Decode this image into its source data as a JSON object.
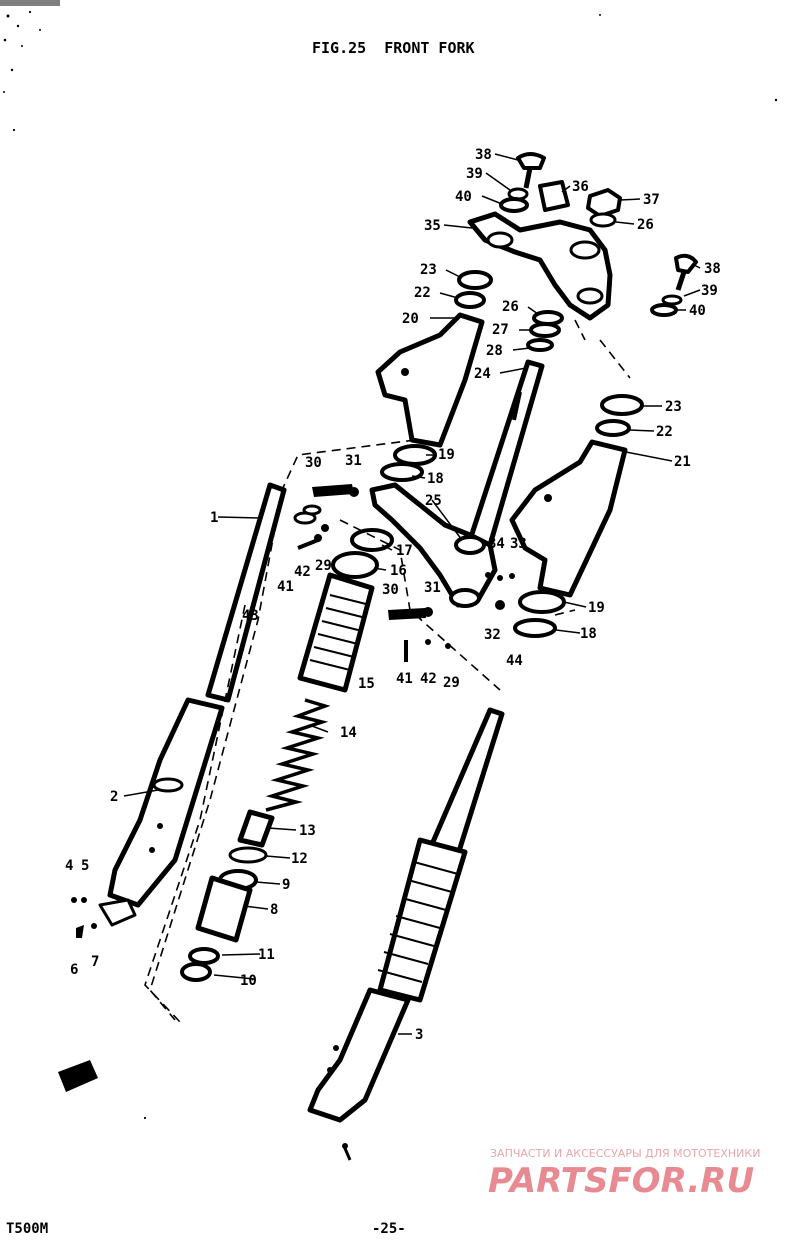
{
  "header": {
    "title": "FIG.25  FRONT FORK"
  },
  "footer": {
    "model": "T500M",
    "page": "-25-"
  },
  "watermark": {
    "tagline": "ЗАПЧАСТИ И АКСЕССУАРЫ ДЛЯ МОТОТЕХНИКИ",
    "brand": "PARTSFOR.RU",
    "color": "#e88a91"
  },
  "callouts": {
    "c38a": "38",
    "c39a": "39",
    "c40a": "40",
    "c36": "36",
    "c37": "37",
    "c35": "35",
    "c26a": "26",
    "c38b": "38",
    "c39b": "39",
    "c40b": "40",
    "c23a": "23",
    "c22a": "22",
    "c20": "20",
    "c26b": "26",
    "c27": "27",
    "c28": "28",
    "c24": "24",
    "c23b": "23",
    "c22b": "22",
    "c21": "21",
    "c30a": "30",
    "c31a": "31",
    "c19a": "19",
    "c18a": "18",
    "c25": "25",
    "c1": "1",
    "c17": "17",
    "c16": "16",
    "c29a": "29",
    "c42a": "42",
    "c41a": "41",
    "c43": "43",
    "c34": "34",
    "c33": "33",
    "c30b": "30",
    "c31b": "31",
    "c19b": "19",
    "c18b": "18",
    "c32": "32",
    "c44": "44",
    "c41b": "41",
    "c42b": "42",
    "c29b": "29",
    "c15": "15",
    "c14": "14",
    "c2": "2",
    "c13": "13",
    "c12": "12",
    "c9": "9",
    "c8": "8",
    "c4": "4",
    "c5": "5",
    "c6": "6",
    "c7": "7",
    "c11": "11",
    "c10": "10",
    "c3": "3"
  }
}
